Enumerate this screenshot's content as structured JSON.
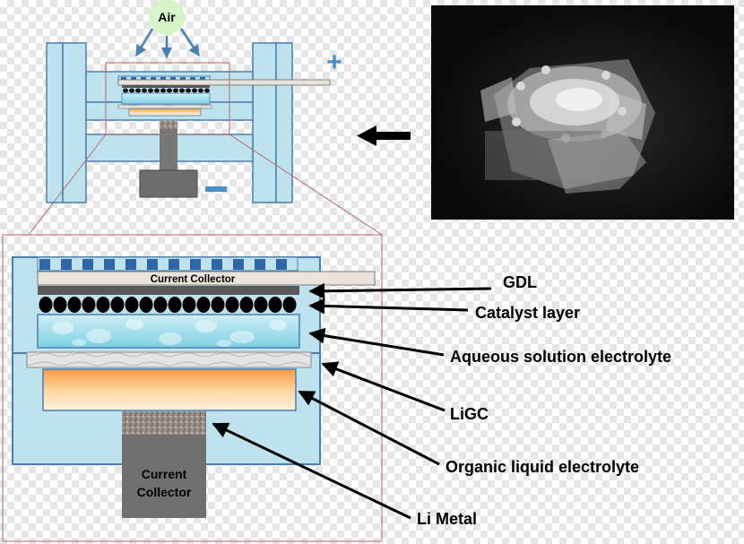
{
  "air_label": "Air",
  "plus_sign": "+",
  "minus_sign": "−",
  "top_collector_label": "Current Collector",
  "bottom_collector_label": [
    "Current",
    "Collector"
  ],
  "layer_labels": {
    "gdl": "GDL",
    "catalyst": "Catalyst layer",
    "aqueous": "Aqueous solution electrolyte",
    "ligc": "LiGC",
    "organic": "Organic liquid electrolyte",
    "li_metal": "Li Metal"
  },
  "colors": {
    "cell_fill": "#bfe3ee",
    "cell_stroke": "#4a7fae",
    "plus": "#4a8fc8",
    "minus": "#4a8fc8",
    "air_bubble": "#d8f5c8"
  }
}
